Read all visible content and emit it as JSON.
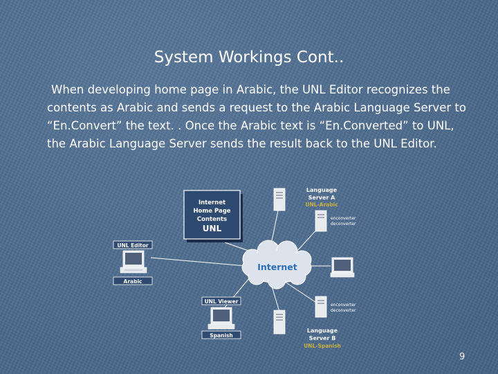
{
  "slide": {
    "title": "System Workings Cont..",
    "body": "When developing home page in Arabic, the UNL Editor recognizes the contents as Arabic and sends a request to the Arabic Language Server to “En.Convert” the text. . Once the Arabic text is “En.Converted” to UNL, the Arabic Language Server sends the result back to the UNL Editor.",
    "page_number": "9"
  },
  "diagram": {
    "content_box": [
      "Internet",
      "Home Page",
      "Contents",
      "UNL"
    ],
    "cloud_label": "Internet",
    "unl_editor": {
      "title": "UNL Editor",
      "sub": "Arabic"
    },
    "unl_viewer": {
      "title": "UNL Viewer",
      "sub": "Spanish"
    },
    "server_a": {
      "line1": "Language",
      "line2": "Server A",
      "sub": "UNL-Arabic"
    },
    "server_b": {
      "line1": "Language",
      "line2": "Server B",
      "sub": "UNL-Spanish"
    },
    "deconverter_text": [
      "enconverter",
      "deconverter"
    ],
    "colors": {
      "background": "#4a6a90",
      "box_fill": "#2e4a70",
      "cloud_fill": "#dde3ec",
      "cloud_text": "#2a6fb8",
      "server_sub": "#c8b040",
      "line": "#ffffff"
    },
    "icons": [
      "server-icon",
      "monitor-icon",
      "computer-icon",
      "cloud-icon"
    ]
  }
}
